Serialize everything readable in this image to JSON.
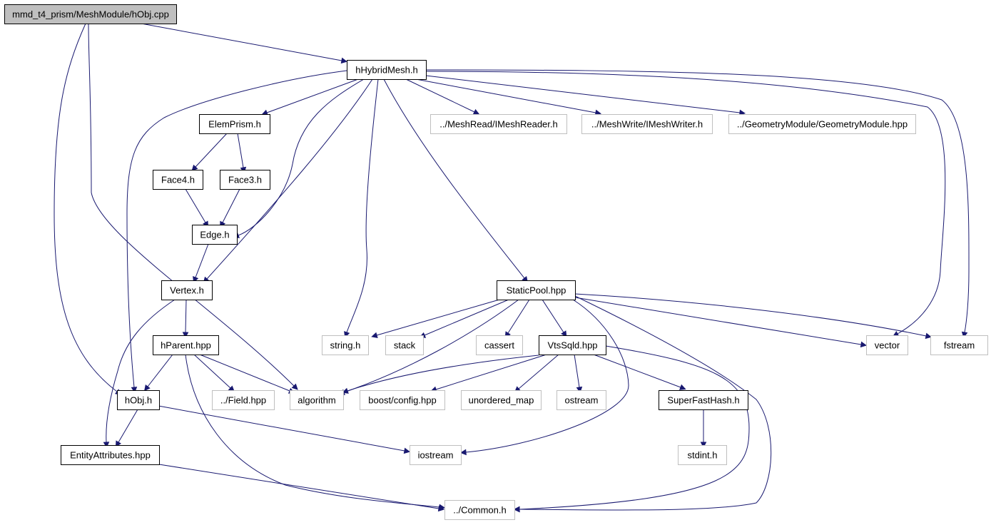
{
  "nodes": [
    {
      "id": "root",
      "label": "mmd_t4_prism/MeshModule/hObj.cpp",
      "kind": "root"
    },
    {
      "id": "hybrid",
      "label": "hHybridMesh.h",
      "kind": "file"
    },
    {
      "id": "elem",
      "label": "ElemPrism.h",
      "kind": "file"
    },
    {
      "id": "reader",
      "label": "../MeshRead/IMeshReader.h",
      "kind": "external"
    },
    {
      "id": "writer",
      "label": "../MeshWrite/IMeshWriter.h",
      "kind": "external"
    },
    {
      "id": "geom",
      "label": "../GeometryModule/GeometryModule.hpp",
      "kind": "external"
    },
    {
      "id": "face4",
      "label": "Face4.h",
      "kind": "file"
    },
    {
      "id": "face3",
      "label": "Face3.h",
      "kind": "file"
    },
    {
      "id": "edge",
      "label": "Edge.h",
      "kind": "file"
    },
    {
      "id": "vertex",
      "label": "Vertex.h",
      "kind": "file"
    },
    {
      "id": "pool",
      "label": "StaticPool.hpp",
      "kind": "file"
    },
    {
      "id": "string",
      "label": "string.h",
      "kind": "external"
    },
    {
      "id": "stack",
      "label": "stack",
      "kind": "external"
    },
    {
      "id": "cassert",
      "label": "cassert",
      "kind": "external"
    },
    {
      "id": "vts",
      "label": "VtsSqld.hpp",
      "kind": "file"
    },
    {
      "id": "vector",
      "label": "vector",
      "kind": "external"
    },
    {
      "id": "fstream",
      "label": "fstream",
      "kind": "external"
    },
    {
      "id": "hparent",
      "label": "hParent.hpp",
      "kind": "file"
    },
    {
      "id": "hobj",
      "label": "hObj.h",
      "kind": "file"
    },
    {
      "id": "field",
      "label": "../Field.hpp",
      "kind": "external"
    },
    {
      "id": "algorithm",
      "label": "algorithm",
      "kind": "external"
    },
    {
      "id": "boost",
      "label": "boost/config.hpp",
      "kind": "external"
    },
    {
      "id": "umap",
      "label": "unordered_map",
      "kind": "external"
    },
    {
      "id": "ostream",
      "label": "ostream",
      "kind": "external"
    },
    {
      "id": "sfh",
      "label": "SuperFastHash.h",
      "kind": "file"
    },
    {
      "id": "entity",
      "label": "EntityAttributes.hpp",
      "kind": "file"
    },
    {
      "id": "iostream",
      "label": "iostream",
      "kind": "external"
    },
    {
      "id": "stdint",
      "label": "stdint.h",
      "kind": "external"
    },
    {
      "id": "common",
      "label": "../Common.h",
      "kind": "external"
    }
  ],
  "edges": [
    [
      "root",
      "hybrid"
    ],
    [
      "root",
      "algorithm"
    ],
    [
      "root",
      "hobj"
    ],
    [
      "hybrid",
      "elem"
    ],
    [
      "hybrid",
      "reader"
    ],
    [
      "hybrid",
      "writer"
    ],
    [
      "hybrid",
      "geom"
    ],
    [
      "hybrid",
      "edge"
    ],
    [
      "hybrid",
      "vertex"
    ],
    [
      "hybrid",
      "string"
    ],
    [
      "hybrid",
      "pool"
    ],
    [
      "hybrid",
      "vector"
    ],
    [
      "hybrid",
      "fstream"
    ],
    [
      "hybrid",
      "hobj"
    ],
    [
      "elem",
      "face4"
    ],
    [
      "elem",
      "face3"
    ],
    [
      "face4",
      "edge"
    ],
    [
      "face3",
      "edge"
    ],
    [
      "edge",
      "vertex"
    ],
    [
      "vertex",
      "hparent"
    ],
    [
      "vertex",
      "entity"
    ],
    [
      "hparent",
      "hobj"
    ],
    [
      "hparent",
      "field"
    ],
    [
      "hparent",
      "algorithm"
    ],
    [
      "hparent",
      "common"
    ],
    [
      "hobj",
      "entity"
    ],
    [
      "hobj",
      "iostream"
    ],
    [
      "entity",
      "common"
    ],
    [
      "pool",
      "string"
    ],
    [
      "pool",
      "stack"
    ],
    [
      "pool",
      "cassert"
    ],
    [
      "pool",
      "vts"
    ],
    [
      "pool",
      "vector"
    ],
    [
      "pool",
      "fstream"
    ],
    [
      "pool",
      "algorithm"
    ],
    [
      "pool",
      "iostream"
    ],
    [
      "pool",
      "common"
    ],
    [
      "vts",
      "algorithm"
    ],
    [
      "vts",
      "boost"
    ],
    [
      "vts",
      "umap"
    ],
    [
      "vts",
      "ostream"
    ],
    [
      "vts",
      "sfh"
    ],
    [
      "vts",
      "common"
    ],
    [
      "sfh",
      "stdint"
    ]
  ],
  "colors": {
    "edge": "#191970",
    "node_border": "#000000",
    "external_border": "#bfbfbf",
    "root_fill": "#bfbfbf"
  }
}
